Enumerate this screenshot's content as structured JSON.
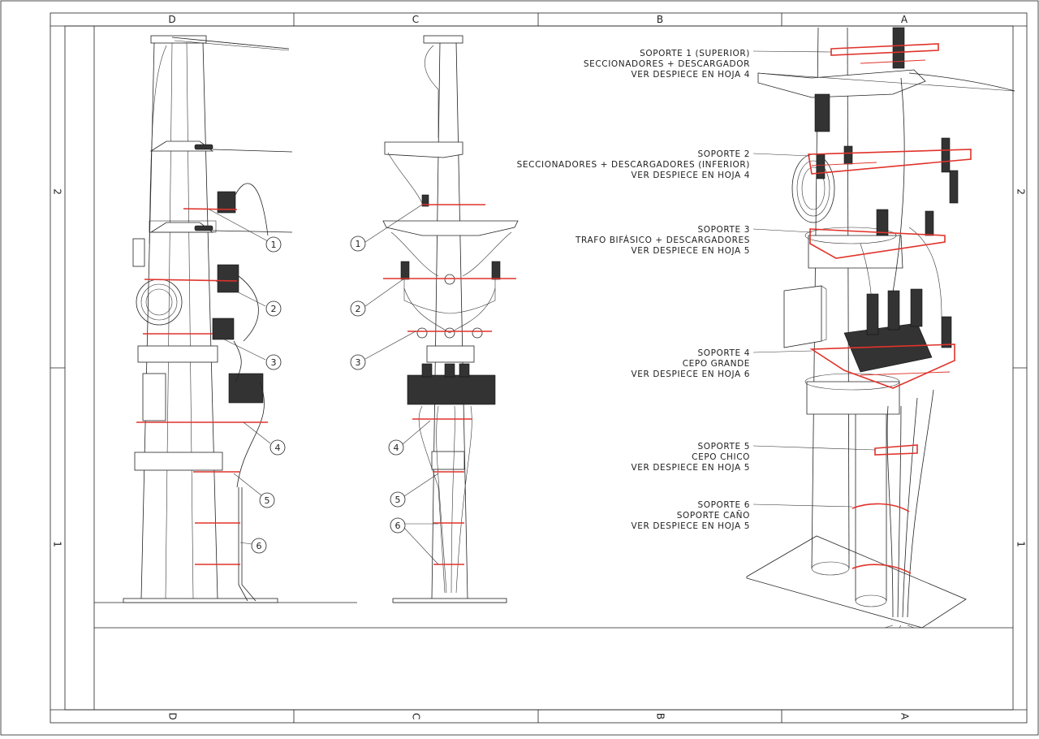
{
  "sheet": {
    "zones_top": [
      "D",
      "C",
      "B",
      "A"
    ],
    "zones_bottom": [
      "D",
      "C",
      "B",
      "A"
    ],
    "rows_left": [
      "2",
      "1"
    ],
    "rows_right": [
      "2",
      "1"
    ]
  },
  "views": {
    "lateral": {
      "callouts": [
        "1",
        "2",
        "3",
        "4",
        "5",
        "6"
      ]
    },
    "frontal": {
      "callouts": [
        "1",
        "2",
        "3",
        "4",
        "5",
        "6"
      ]
    }
  },
  "isometric_labels": [
    {
      "lines": [
        "SOPORTE 1 (SUPERIOR)",
        "SECCIONADORES + DESCARGADOR",
        "VER DESPIECE EN HOJA 4"
      ]
    },
    {
      "lines": [
        "SOPORTE 2",
        "SECCIONADORES + DESCARGADORES (INFERIOR)",
        "VER DESPIECE EN HOJA 4"
      ]
    },
    {
      "lines": [
        "SOPORTE 3",
        "TRAFO BIFÁSICO + DESCARGADORES",
        "VER DESPIECE EN HOJA 5"
      ]
    },
    {
      "lines": [
        "SOPORTE 4",
        "CEPO GRANDE",
        "VER DESPIECE EN HOJA 6"
      ]
    },
    {
      "lines": [
        "SOPORTE 5",
        "CEPO CHICO",
        "VER DESPIECE EN HOJA 5"
      ]
    },
    {
      "lines": [
        "SOPORTE 6",
        "SOPORTE CAÑO",
        "VER DESPIECE EN HOJA 5"
      ]
    }
  ],
  "colors": {
    "line": "#222222",
    "support_red": "#e0332b",
    "paper": "#ffffff"
  }
}
